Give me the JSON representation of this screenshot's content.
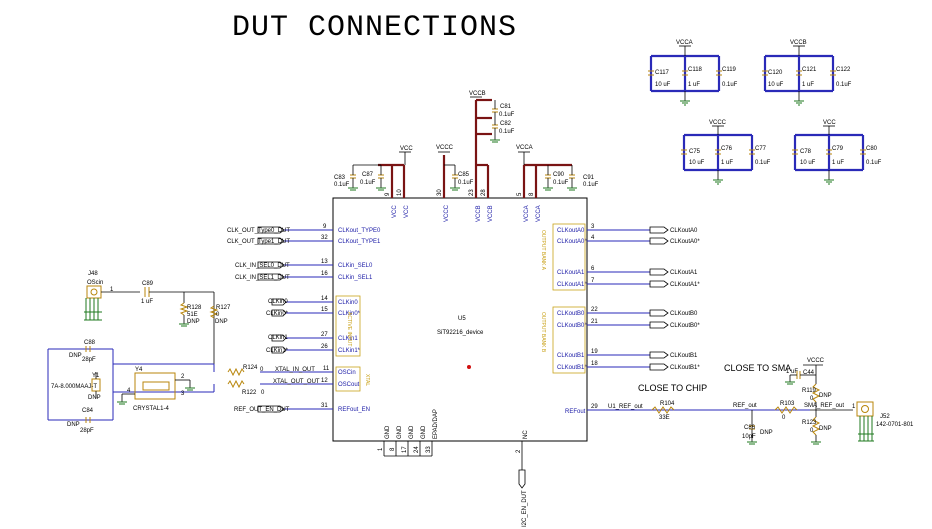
{
  "title": "DUT CONNECTIONS",
  "chip": {
    "ref": "U5",
    "part": "SiT92216_device"
  },
  "top_pins": {
    "vcc1": {
      "name": "VCC",
      "num": "9"
    },
    "vcc2": {
      "name": "VCC",
      "num": "10"
    },
    "vccc": {
      "name": "VCCC",
      "num": "30"
    },
    "vccb1": {
      "name": "VCCB",
      "num": "23"
    },
    "vccb2": {
      "name": "VCCB",
      "num": "28"
    },
    "vcca1": {
      "name": "VCCA",
      "num": "5"
    },
    "vcca2": {
      "name": "VCCA",
      "num": "8"
    }
  },
  "power_labels": {
    "vcc": "VCC",
    "vccc": "VCCC",
    "vccb": "VCCB",
    "vcca": "VCCA"
  },
  "left_pins": [
    {
      "net": "CLK_OUT_Type0_DUT",
      "num": "9",
      "name": "CLKout_TYPE0"
    },
    {
      "net": "CLK_OUT_Type1_DUT",
      "num": "32",
      "name": "CLKout_TYPE1"
    },
    {
      "net": "CLK_IN_SEL0_DUT",
      "num": "13",
      "name": "CLKin_SEL0"
    },
    {
      "net": "CLK_IN_SEL1_DUT",
      "num": "16",
      "name": "CLKin_SEL1"
    },
    {
      "net": "CLKin0",
      "num": "14",
      "name": "CLKin0"
    },
    {
      "net": "CLKin0*",
      "num": "15",
      "name": "CLKin0*"
    },
    {
      "net": "CLKin1",
      "num": "27",
      "name": "CLKin1"
    },
    {
      "net": "CLKin1*",
      "num": "26",
      "name": "CLKin1*"
    },
    {
      "net": "XTAL_IN_OUT",
      "num": "11",
      "name": "OSCin"
    },
    {
      "net": "XTAL_OUT_OUT",
      "num": "12",
      "name": "OSCout"
    },
    {
      "net": "REF_OUT_EN_DUT",
      "num": "31",
      "name": "REFout_EN"
    }
  ],
  "right_pins": [
    {
      "net": "CLKoutA0",
      "num": "3",
      "name": "CLKoutA0"
    },
    {
      "net": "CLKoutA0*",
      "num": "4",
      "name": "CLKoutA0*"
    },
    {
      "net": "CLKoutA1",
      "num": "6",
      "name": "CLKoutA1"
    },
    {
      "net": "CLKoutA1*",
      "num": "7",
      "name": "CLKoutA1*"
    },
    {
      "net": "CLKoutB0",
      "num": "22",
      "name": "CLKoutB0"
    },
    {
      "net": "CLKoutB0*",
      "num": "21",
      "name": "CLKoutB0*"
    },
    {
      "net": "CLKoutB1",
      "num": "19",
      "name": "CLKoutB1"
    },
    {
      "net": "CLKoutB1*",
      "num": "18",
      "name": "CLKoutB1*"
    }
  ],
  "refout": {
    "name": "REFout",
    "num": "29",
    "net": "U1_REF_out"
  },
  "bottom_pins": [
    {
      "name": "GND",
      "num": "1"
    },
    {
      "name": "GND",
      "num": "8"
    },
    {
      "name": "GND",
      "num": "17"
    },
    {
      "name": "GND",
      "num": "24"
    },
    {
      "name": "EPAD/DAP",
      "num": "33"
    },
    {
      "name": "NC",
      "num": "2"
    }
  ],
  "i2c_net": "I2C_EN_DUT",
  "bank_labels": {
    "left_top": "ACTIVE INPUT",
    "left_xtal": "XTAL",
    "right_a": "OUTPUT BANK A",
    "right_b": "OUTPUT BANK B"
  },
  "decoupling_top": [
    {
      "ref": "C83",
      "value": "0.1uF"
    },
    {
      "ref": "C87",
      "value": "0.1uF"
    },
    {
      "ref": "C85",
      "value": "0.1uF"
    },
    {
      "ref": "C81",
      "value": "0.1uF"
    },
    {
      "ref": "C82",
      "value": "0.1uF"
    },
    {
      "ref": "C90",
      "value": "0.1uF"
    },
    {
      "ref": "C91",
      "value": "0.1uF"
    }
  ],
  "bulk_groups": [
    {
      "rail": "VCCA",
      "caps": [
        {
          "ref": "C117",
          "value": "10 uF"
        },
        {
          "ref": "C118",
          "value": "1 uF"
        },
        {
          "ref": "C119",
          "value": "0.1uF"
        }
      ]
    },
    {
      "rail": "VCCB",
      "caps": [
        {
          "ref": "C120",
          "value": "10 uF"
        },
        {
          "ref": "C121",
          "value": "1 uF"
        },
        {
          "ref": "C122",
          "value": "0.1uF"
        }
      ]
    },
    {
      "rail": "VCCC",
      "caps": [
        {
          "ref": "C75",
          "value": "10 uF"
        },
        {
          "ref": "C76",
          "value": "1 uF"
        },
        {
          "ref": "C77",
          "value": "0.1uF"
        }
      ]
    },
    {
      "rail": "VCC",
      "caps": [
        {
          "ref": "C78",
          "value": "10 uF"
        },
        {
          "ref": "C79",
          "value": "1 uF"
        },
        {
          "ref": "C80",
          "value": "0.1uF"
        }
      ]
    }
  ],
  "osc_section": {
    "j48": "J48",
    "j48_name": "OScin",
    "c89": "C89",
    "c89_val": "1 uF",
    "r128": "R128",
    "r128_val": "51E",
    "r128_dnp": "DNP",
    "r127": "R127",
    "r127_val": "0",
    "r127_dnp": "DNP",
    "c88": "C88",
    "c88_dnp": "DNP",
    "c88_val": "28pF",
    "y1": "Y1",
    "y1_part": "7A-8.000MAAJ-T",
    "y1_dnp": "DNP",
    "c84": "C84",
    "c84_dnp": "DNP",
    "c84_val": "28pF",
    "y4": "Y4",
    "y4_part": "CRYSTAL1-4",
    "y4_pins": [
      "1",
      "2",
      "3",
      "4"
    ],
    "r124": "R124",
    "r124_val": "0",
    "r122": "R122",
    "r122_val": "0"
  },
  "refout_section": {
    "close_chip": "CLOSE TO CHIP",
    "r104": "R104",
    "r104_val": "33E",
    "ref_out": "REF_out",
    "c86": "C86",
    "c86_val": "10pF",
    "c86_dnp": "DNP",
    "r103": "R103",
    "r103_val": "0",
    "close_sma": "CLOSE TO SMA",
    "vccc": "VCCC",
    "c44": "C44",
    "c44_val": "1 uF",
    "r119": "R119",
    "r119_val": "0",
    "r119_dnp": "DNP",
    "sma_ref_out": "SMA_REF_out",
    "r123": "R123",
    "r123_val": "0",
    "r123_dnp": "DNP",
    "j52": "J52",
    "j52_part": "142-0701-801",
    "j52_pin": "1"
  }
}
